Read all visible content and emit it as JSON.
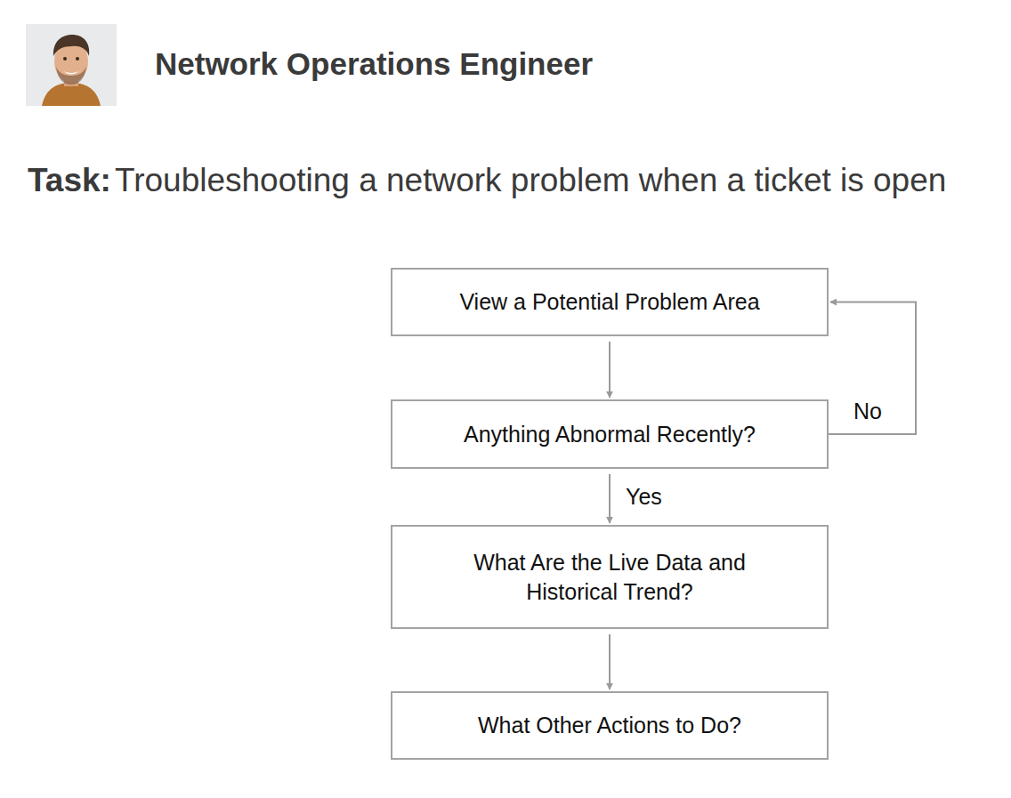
{
  "diagram": {
    "title": "Network Operations Engineer",
    "nodes": [
      {
        "text": [
          "View a Potential Problem Area"
        ]
      },
      {
        "text": [
          "Anything Abnormal Recently?"
        ]
      },
      {
        "text": [
          "What Are the Live Data and Historical Trend?"
        ]
      },
      {
        "text": [
          "What Other Actions to Do?"
        ]
      }
    ],
    "edges": [
      {
        "from": 0,
        "to": 1,
        "arrow": "to"
      },
      {
        "from": 1,
        "to": 0,
        "label": "No",
        "arrow": "to"
      },
      {
        "from": 1,
        "to": 2,
        "label": "Yes",
        "arrow": "to"
      },
      {
        "from": 2,
        "to": 3,
        "arrow": "to"
      }
    ],
    "labels": [
      "Task:",
      "Troubleshooting a network problem when a ticket is open"
    ]
  }
}
